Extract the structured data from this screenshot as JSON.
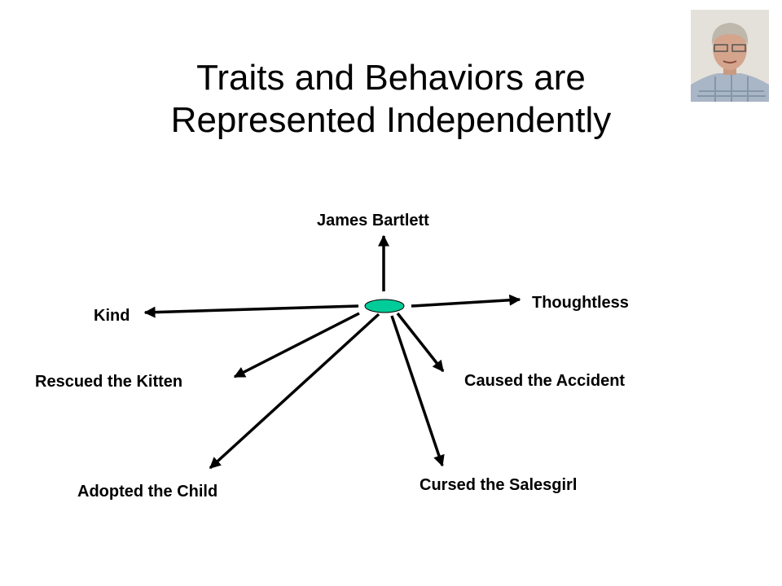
{
  "slide": {
    "title_line1": "Traits and Behaviors are",
    "title_line2": "Represented Independently"
  },
  "diagram": {
    "center_node_color": "#00CC99",
    "nodes": {
      "person": "James Bartlett",
      "kind": "Kind",
      "thoughtless": "Thoughtless",
      "rescued": "Rescued the Kitten",
      "caused": "Caused the Accident",
      "adopted": "Adopted the Child",
      "cursed": "Cursed the Salesgirl"
    }
  }
}
